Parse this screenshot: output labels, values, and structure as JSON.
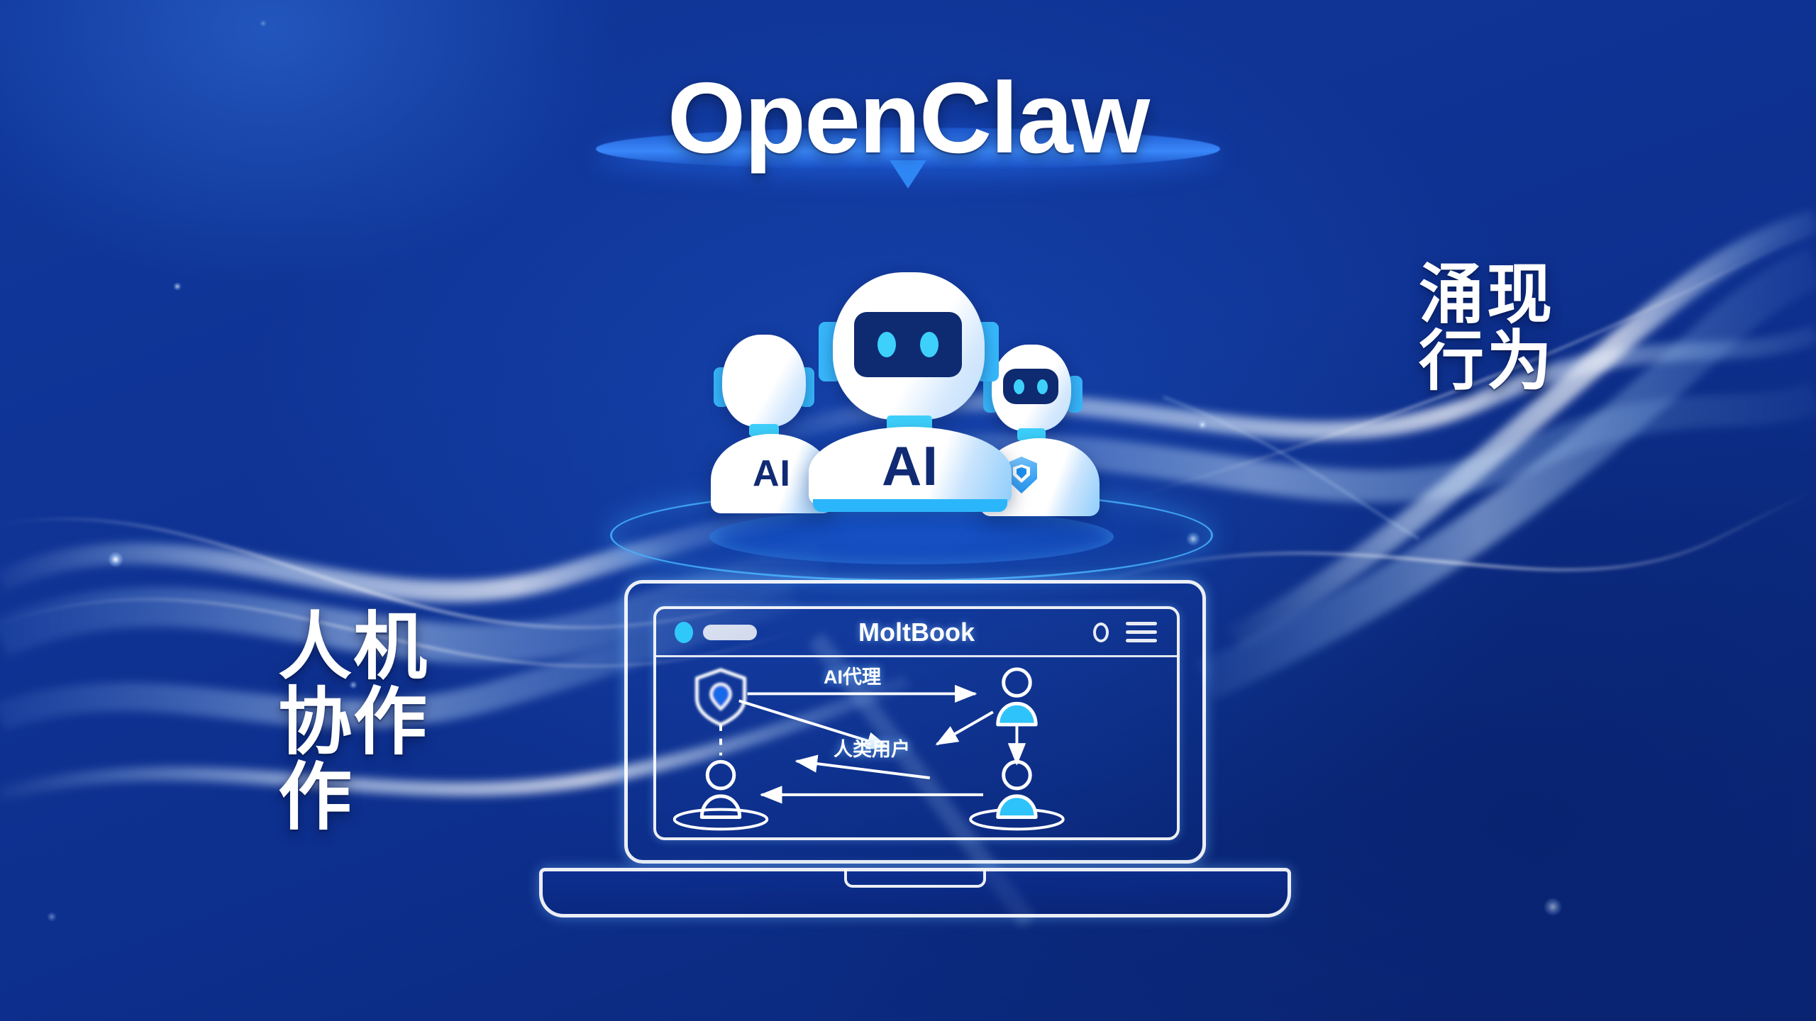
{
  "theme": {
    "background_deep_blue": "#0d2f8d",
    "accent_cyan": "#3dd0fb",
    "accent_blue": "#2f86f5",
    "visor_navy": "#0e2a70",
    "white": "#ffffff"
  },
  "header": {
    "title": "OpenClaw"
  },
  "robots": {
    "center": {
      "body_label": "AI",
      "icon": "robot-face-icon"
    },
    "left": {
      "body_label": "AI",
      "icon": "robot-face-icon"
    },
    "right": {
      "body_label": "",
      "icon": "shield-badge-icon"
    }
  },
  "laptop": {
    "browser": {
      "title": "MoltBook",
      "titlebar_icons": [
        "status-dot-icon",
        "address-pill-icon",
        "circle-icon",
        "hamburger-menu-icon"
      ],
      "diagram": {
        "labels": {
          "agent": "AI代理",
          "human": "人类用户"
        },
        "nodes": [
          {
            "id": "shield",
            "icon": "shield-location-icon",
            "position": "top-left",
            "filled": false
          },
          {
            "id": "user-top-right",
            "icon": "person-icon",
            "position": "top-right",
            "filled": true
          },
          {
            "id": "user-bottom-right",
            "icon": "person-icon",
            "position": "bottom-right",
            "filled": true
          },
          {
            "id": "user-bottom-left",
            "icon": "person-icon",
            "position": "bottom-left",
            "filled": false
          }
        ],
        "connections": [
          {
            "from": "shield",
            "to": "user-top-right",
            "style": "solid-arrow",
            "label": "AI代理"
          },
          {
            "from": "user-top-right",
            "to": "center",
            "style": "solid-arrow"
          },
          {
            "from": "center",
            "to": "user-bottom-left",
            "style": "solid-arrow"
          },
          {
            "from": "user-bottom-right",
            "to": "user-bottom-left",
            "style": "solid-arrow"
          },
          {
            "from": "user-top-right",
            "to": "user-bottom-right",
            "style": "solid-arrow"
          },
          {
            "from": "shield",
            "to": "user-bottom-left",
            "style": "dashed"
          }
        ]
      }
    }
  },
  "captions": {
    "left": {
      "lines": [
        "人机",
        "协作",
        "作"
      ]
    },
    "right": {
      "lines": [
        "涌现",
        "行为"
      ]
    }
  }
}
